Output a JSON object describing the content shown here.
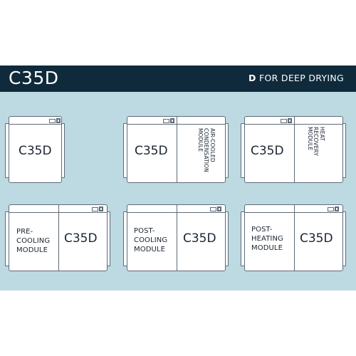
{
  "header": {
    "title": "C35D",
    "subtitle_bold": "D",
    "subtitle_rest": " FOR DEEP DRYING"
  },
  "units": [
    {
      "main_label": "C35D"
    },
    {
      "main_label": "C35D",
      "module_lines": [
        "AIR-COOLED",
        "CONDENSATION",
        "MODULE"
      ]
    },
    {
      "main_label": "C35D",
      "module_lines": [
        "HEAT",
        "RECOVERY",
        "MODULE"
      ]
    },
    {
      "main_label": "C35D",
      "module_lines": [
        "PRE-",
        "COOLING",
        "MODULE"
      ]
    },
    {
      "main_label": "C35D",
      "module_lines": [
        "POST-",
        "COOLING",
        "MODULE"
      ]
    },
    {
      "main_label": "C35D",
      "module_lines": [
        "POST-",
        "HEATING",
        "MODULE"
      ]
    }
  ],
  "colors": {
    "header_bg": "#0f2a3b",
    "panel_bg": "#bdd9e1",
    "outline": "#5d6b78"
  }
}
